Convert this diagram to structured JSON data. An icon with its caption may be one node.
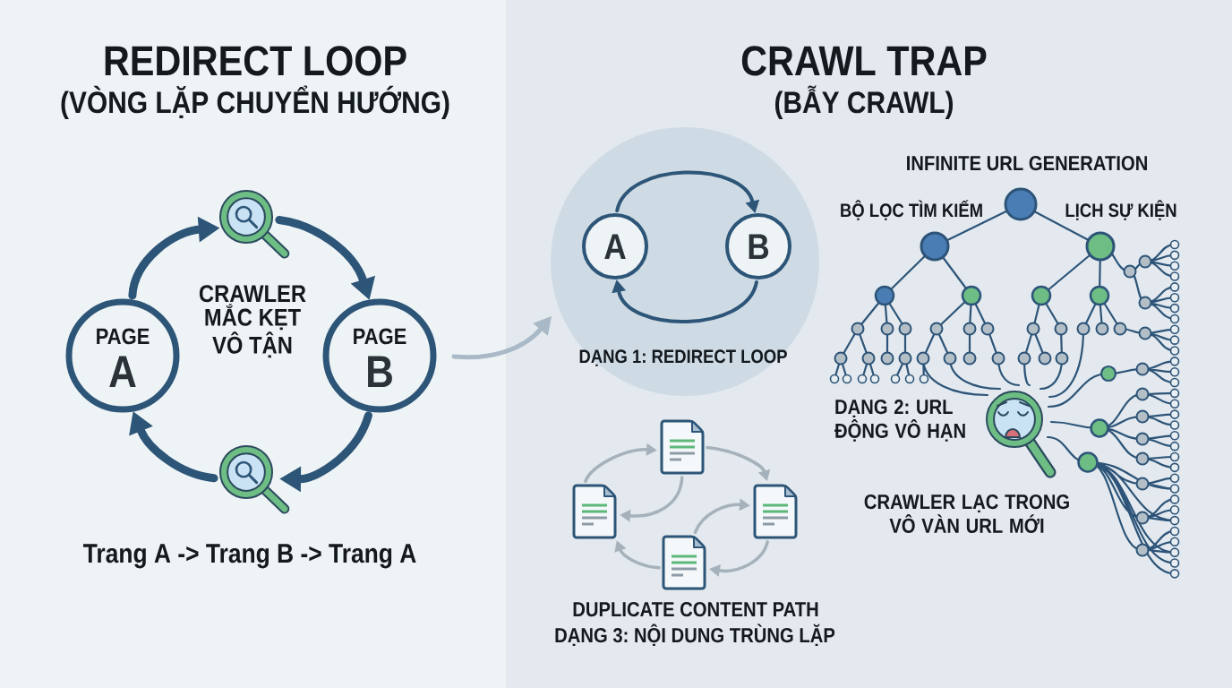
{
  "diagram": {
    "nodes": [
      {
        "text": [
          "REDIRECT LOOP",
          "(VÒNG LẶP CHUYỂN HƯỚNG)"
        ]
      },
      {
        "text": [],
        "shape": "magnifier",
        "in": 0
      },
      {
        "text": [
          "PAGE",
          "A"
        ],
        "in": 0
      },
      {
        "text": [
          "PAGE",
          "B"
        ],
        "in": 0
      },
      {
        "text": [],
        "shape": "magnifier",
        "in": 0
      },
      {
        "text": [
          "CRAWL TRAP",
          "(BẪY CRAWL)"
        ]
      },
      {
        "text": [
          "DẠNG 1: REDIRECT LOOP"
        ],
        "in": 5
      },
      {
        "text": [
          "A"
        ],
        "in": 6
      },
      {
        "text": [
          "B"
        ],
        "in": 6
      },
      {
        "text": [],
        "shape": "document",
        "in": 5
      },
      {
        "text": [],
        "shape": "document",
        "in": 5
      },
      {
        "text": [],
        "shape": "document",
        "in": 5
      },
      {
        "text": [],
        "shape": "document",
        "in": 5
      }
    ],
    "edges": [
      {
        "from": 2,
        "to": 1,
        "arrow": "to",
        "style": "thick"
      },
      {
        "from": 1,
        "to": 3,
        "arrow": "to",
        "style": "thick"
      },
      {
        "from": 3,
        "to": 4,
        "arrow": "to",
        "style": "thick"
      },
      {
        "from": 4,
        "to": 2,
        "arrow": "to",
        "style": "thick"
      },
      {
        "from": 7,
        "to": 8,
        "arrow": "to"
      },
      {
        "from": 8,
        "to": 7,
        "arrow": "to"
      },
      {
        "from": null,
        "to": 6,
        "arrow": "to",
        "color": "#a9b9c7"
      },
      {
        "from": 10,
        "to": 9,
        "arrow": "to",
        "color": "#a5b1bb"
      },
      {
        "from": 9,
        "to": 11,
        "arrow": "to",
        "color": "#a5b1bb"
      },
      {
        "from": 9,
        "to": 10,
        "arrow": "to",
        "color": "#a5b1bb"
      },
      {
        "from": 12,
        "to": 11,
        "arrow": "to",
        "color": "#a5b1bb"
      },
      {
        "from": 11,
        "to": 12,
        "arrow": "to",
        "color": "#a5b1bb"
      },
      {
        "from": 12,
        "to": 10,
        "arrow": "to",
        "color": "#a5b1bb"
      }
    ],
    "labels": [
      "CRAWLER MẮC KẸT VÔ TẬN",
      "Trang A -> Trang B -> Trang A",
      "INFINITE URL GENERATION",
      "BỘ LỌC TÌM KIẾM",
      "LỊCH SỰ KIỆN",
      "DẠNG 2: URL ĐỘNG VÔ HẠN",
      "CRAWLER LẠC TRONG VÔ VÀN URL MỚI",
      "DUPLICATE CONTENT PATH",
      "DẠNG 3: NỘI DUNG TRÙNG LẶP"
    ]
  }
}
